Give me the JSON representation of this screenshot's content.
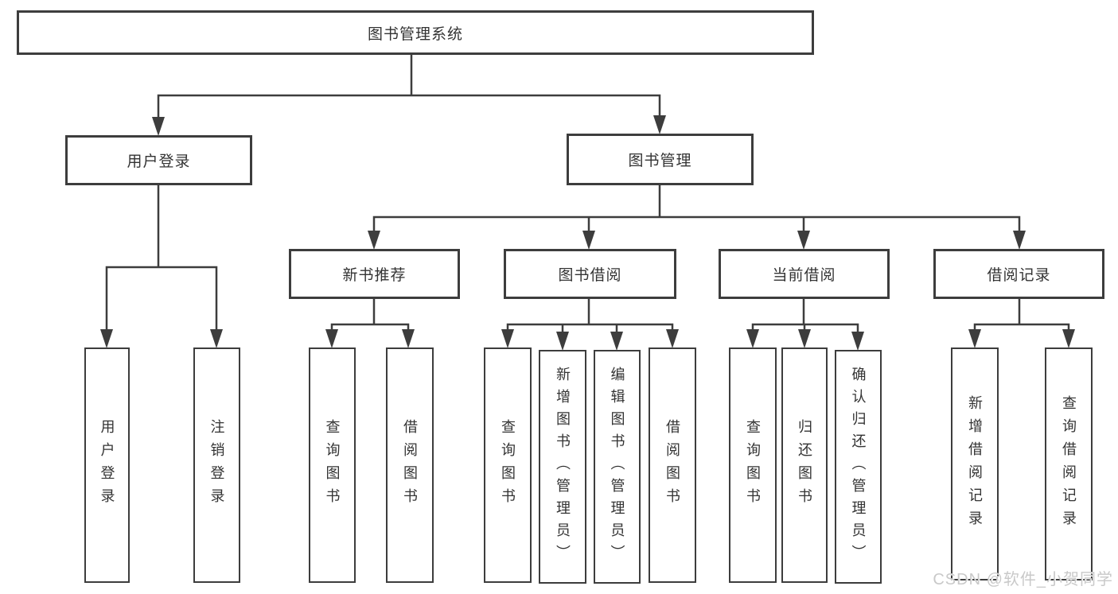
{
  "diagram_title": "图书管理系统",
  "colors": {
    "line": "#3d3d3d",
    "text": "#333333",
    "box_background": "#ffffff",
    "watermark": "#c9c9c9"
  },
  "tree": {
    "label": "图书管理系统",
    "children": [
      {
        "label": "用户登录",
        "children": [
          {
            "label": "用户登录"
          },
          {
            "label": "注销登录"
          }
        ]
      },
      {
        "label": "图书管理",
        "children": [
          {
            "label": "新书推荐",
            "children": [
              {
                "label": "查询图书"
              },
              {
                "label": "借阅图书"
              }
            ]
          },
          {
            "label": "图书借阅",
            "children": [
              {
                "label": "查询图书"
              },
              {
                "label": "新增图书（管理员）"
              },
              {
                "label": "编辑图书（管理员）"
              },
              {
                "label": "借阅图书"
              }
            ]
          },
          {
            "label": "当前借阅",
            "children": [
              {
                "label": "查询图书"
              },
              {
                "label": "归还图书"
              },
              {
                "label": "确认归还（管理员）"
              }
            ]
          },
          {
            "label": "借阅记录",
            "children": [
              {
                "label": "新增借阅记录"
              },
              {
                "label": "查询借阅记录"
              }
            ]
          }
        ]
      }
    ]
  },
  "watermark": {
    "text": "CSDN @软件_小贺同学"
  }
}
